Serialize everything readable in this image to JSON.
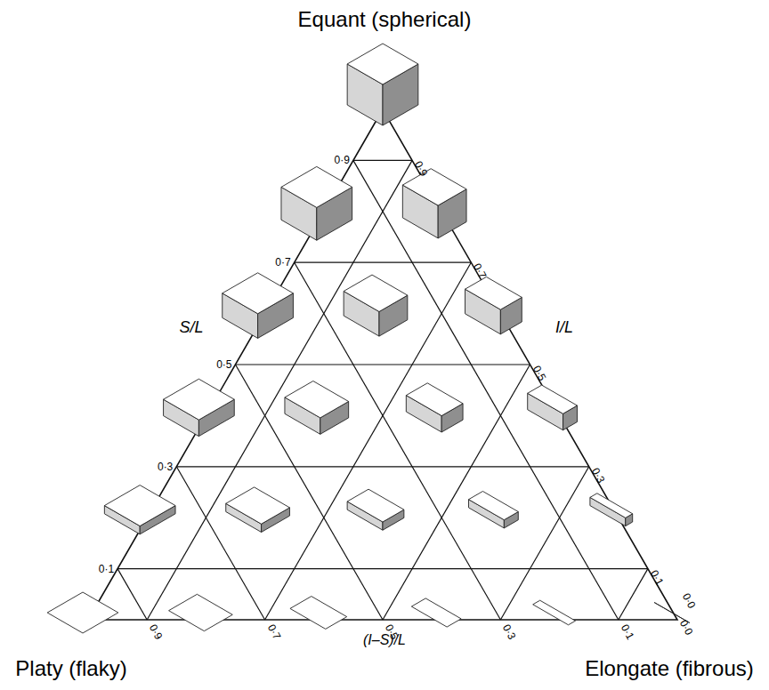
{
  "diagram": {
    "labels": [
      "Equant (spherical)",
      "S/L",
      "I/L",
      "0·9",
      "0·7",
      "0·5",
      "0·3",
      "0·1",
      "0·9",
      "0·7",
      "0·5",
      "0·3",
      "0·1",
      "0·0",
      "0·9",
      "0·7",
      "0·5",
      "0·3",
      "0·1",
      "0·0",
      "(I–S)/L",
      "Platy (flaky)",
      "Elongate (fibrous)"
    ]
  }
}
